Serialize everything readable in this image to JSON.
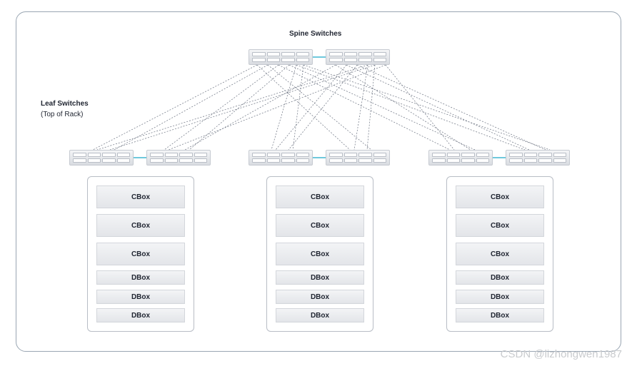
{
  "spine_title": "Spine Switches",
  "leaf_title": "Leaf Switches",
  "leaf_subtitle": "(Top of Rack)",
  "racks": [
    {
      "units": [
        "CBox",
        "CBox",
        "CBox",
        "DBox",
        "DBox",
        "DBox"
      ]
    },
    {
      "units": [
        "CBox",
        "CBox",
        "CBox",
        "DBox",
        "DBox",
        "DBox"
      ]
    },
    {
      "units": [
        "CBox",
        "CBox",
        "CBox",
        "DBox",
        "DBox",
        "DBox"
      ]
    }
  ],
  "watermark": "CSDN @lizhongwen1987",
  "colors": {
    "peer_link": "#3fb6d1",
    "uplink": "#6b7280",
    "frame": "#9aa6b3"
  }
}
